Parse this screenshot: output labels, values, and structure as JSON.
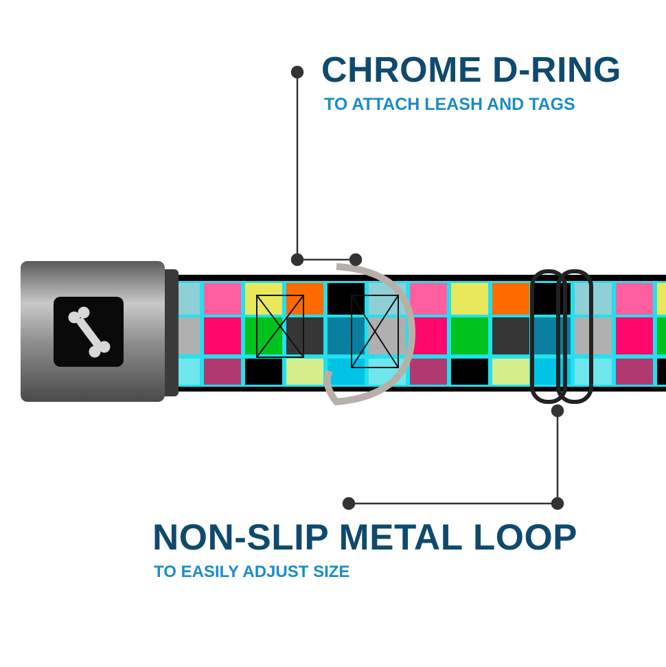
{
  "callouts": [
    {
      "title": "CHROME D-RING",
      "subtitle": "TO ATTACH LEASH AND TAGS"
    },
    {
      "title": "NON-SLIP METAL LOOP",
      "subtitle": "TO EASILY ADJUST SIZE"
    }
  ],
  "colors": {
    "title": "#0f4a6e",
    "subtitle": "#1a8cc8",
    "pattern_columns": [
      [
        "#8fcfd6",
        "#b0b0b0",
        "#6fe6ec"
      ],
      [
        "#ff5fa0",
        "#ff0a6c",
        "#b03a70"
      ],
      [
        "#e8e85a",
        "#00c21c",
        "#000000"
      ],
      [
        "#ff6a00",
        "#363636",
        "#d4ee8c"
      ],
      [
        "#000000",
        "#0a7fa0",
        "#00c4e6"
      ],
      [
        "#8fcfd6",
        "#b0b0b0",
        "#6fe6ec"
      ]
    ]
  }
}
